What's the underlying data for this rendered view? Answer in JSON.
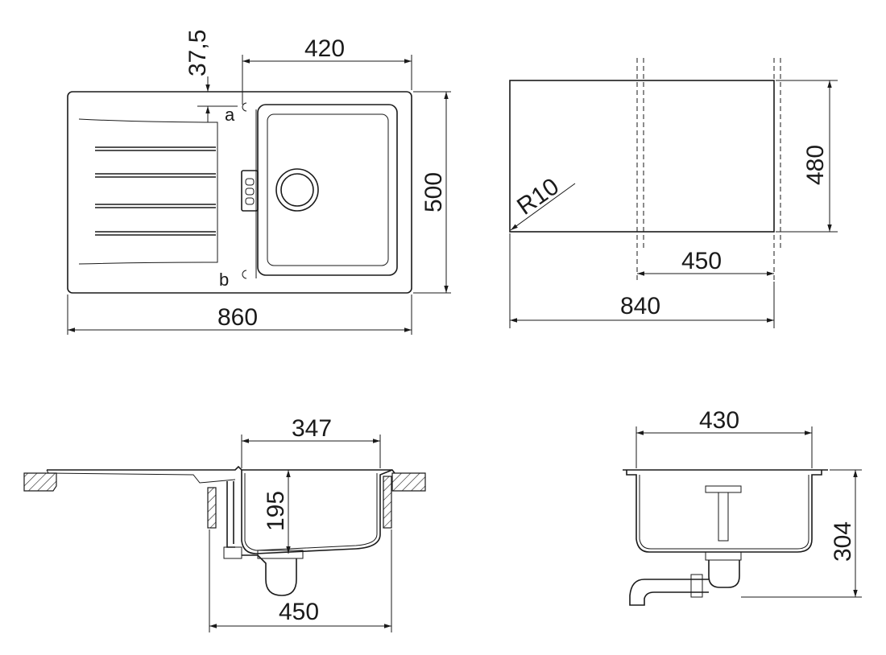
{
  "dimensions": {
    "top_view_width": "860",
    "top_view_height": "500",
    "bowl_width": "420",
    "offset_top": "37,5",
    "cutout_width": "840",
    "cutout_height": "480",
    "cutout_inner": "450",
    "corner_radius": "R10",
    "section_bowl_width": "347",
    "section_bowl_depth": "195",
    "section_cabinet": "450",
    "side_bowl_width": "430",
    "side_total_depth": "304"
  },
  "labels": {
    "mark_a": "a",
    "mark_b": "b"
  }
}
